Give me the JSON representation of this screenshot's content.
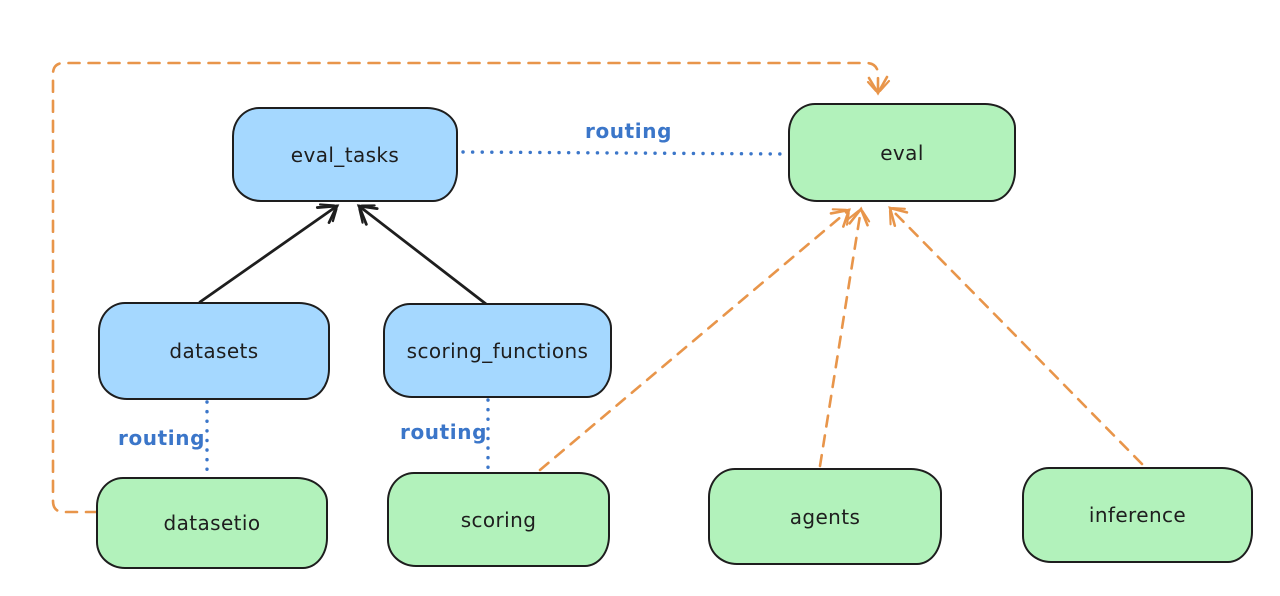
{
  "diagram": {
    "background": "#ffffff",
    "colors": {
      "api_box_fill": "#a5d8ff",
      "provider_box_fill": "#b2f2bb",
      "outline": "#1e1e1e",
      "routing_blue": "#3b76c9",
      "orange_dashed": "#e8954a"
    },
    "nodes": [
      {
        "id": "eval_tasks",
        "label": "eval_tasks",
        "kind": "blue"
      },
      {
        "id": "eval",
        "label": "eval",
        "kind": "green"
      },
      {
        "id": "datasets",
        "label": "datasets",
        "kind": "blue"
      },
      {
        "id": "scoring_functions",
        "label": "scoring_functions",
        "kind": "blue"
      },
      {
        "id": "datasetio",
        "label": "datasetio",
        "kind": "green"
      },
      {
        "id": "scoring",
        "label": "scoring",
        "kind": "green"
      },
      {
        "id": "agents",
        "label": "agents",
        "kind": "green"
      },
      {
        "id": "inference",
        "label": "inference",
        "kind": "green"
      }
    ],
    "edge_labels": [
      {
        "id": "routing-eval-tasks-eval",
        "text": "routing"
      },
      {
        "id": "routing-datasets-datasetio",
        "text": "routing"
      },
      {
        "id": "routing-scoringfns-scoring",
        "text": "routing"
      }
    ],
    "edges": [
      {
        "from": "datasets",
        "to": "eval_tasks",
        "style": "solid-black-arrow"
      },
      {
        "from": "scoring_functions",
        "to": "eval_tasks",
        "style": "solid-black-arrow"
      },
      {
        "from": "eval_tasks",
        "to": "eval",
        "style": "dotted-blue",
        "label": "routing"
      },
      {
        "from": "datasets",
        "to": "datasetio",
        "style": "dotted-blue",
        "label": "routing"
      },
      {
        "from": "scoring_functions",
        "to": "scoring",
        "style": "dotted-blue",
        "label": "routing"
      },
      {
        "from": "scoring",
        "to": "eval",
        "style": "dashed-orange-arrow"
      },
      {
        "from": "agents",
        "to": "eval",
        "style": "dashed-orange-arrow"
      },
      {
        "from": "inference",
        "to": "eval",
        "style": "dashed-orange-arrow"
      },
      {
        "from": "datasetio",
        "to": "eval",
        "style": "dashed-orange-arrow-around-left-top"
      }
    ]
  }
}
